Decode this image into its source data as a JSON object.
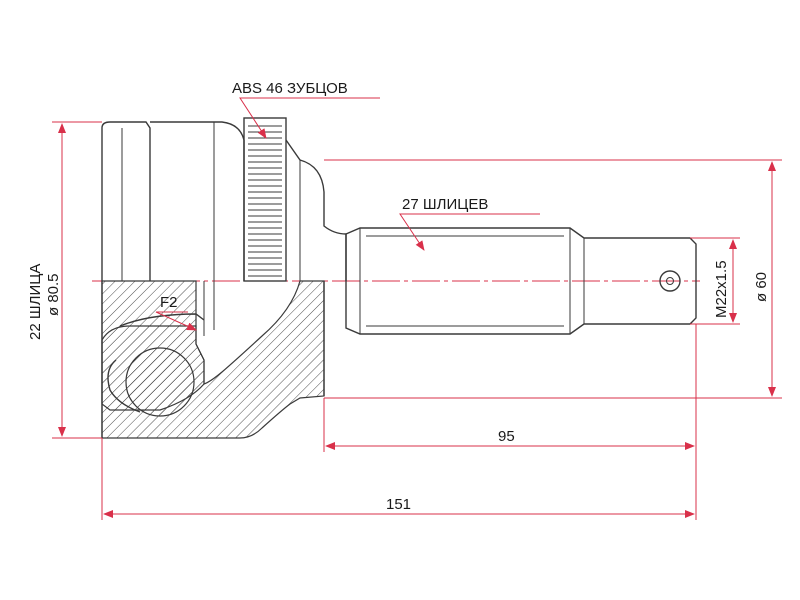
{
  "labels": {
    "abs_teeth": "ABS 46 ЗУБЦОВ",
    "splines_outer": "27 ШЛИЦЕВ",
    "splines_inner": "22  ШЛИЦА",
    "outer_diameter": "ø 80.5",
    "thread": "M22x1.5",
    "shaft_diameter": "ø 60",
    "length_95": "95",
    "length_151": "151",
    "feature": "F2"
  },
  "colors": {
    "dimension": "#d9304a",
    "outline": "#3a3a3a"
  }
}
